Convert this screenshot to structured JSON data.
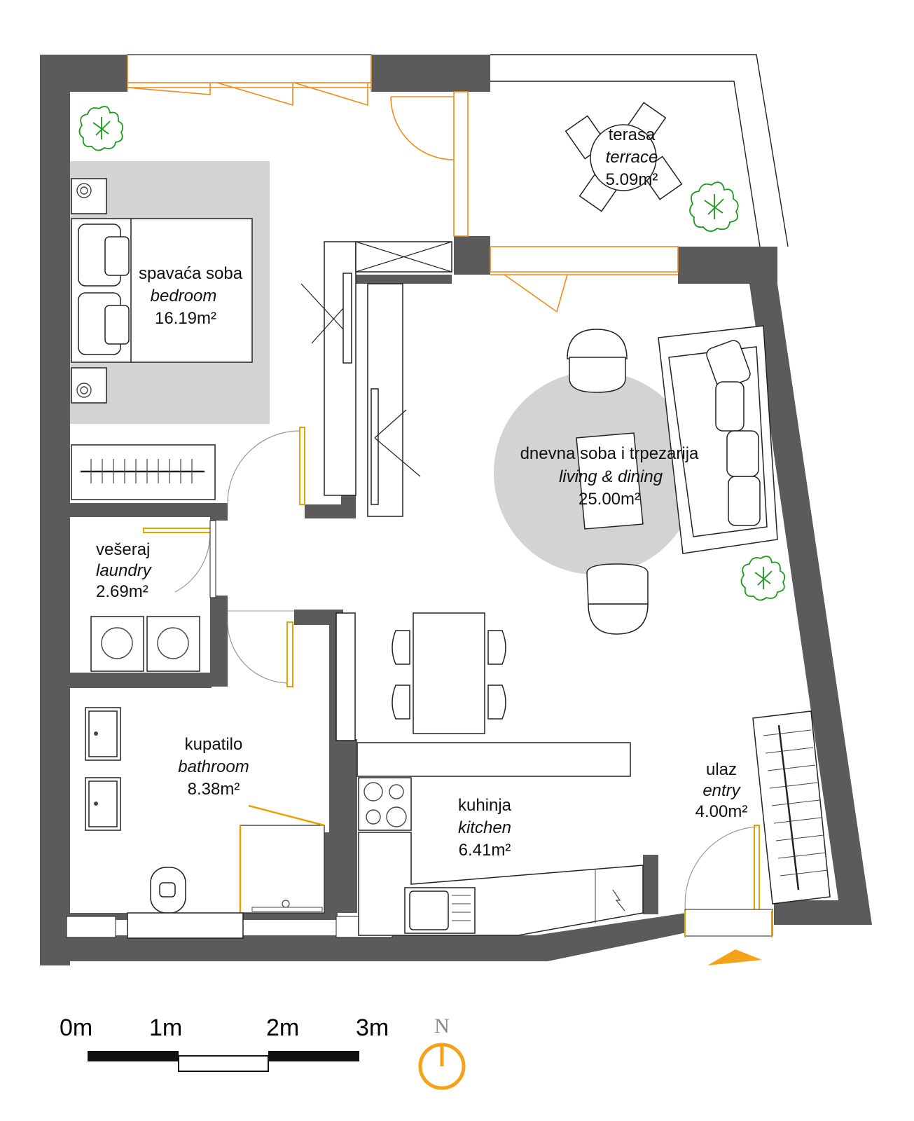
{
  "rooms": [
    {
      "id": "bedroom",
      "name_sr": "spavaća soba",
      "name_en": "bedroom",
      "area": "16.19m²"
    },
    {
      "id": "terrace",
      "name_sr": "terasa",
      "name_en": "terrace",
      "area": "5.09m²"
    },
    {
      "id": "living",
      "name_sr": "dnevna soba i trpezarija",
      "name_en": "living & dining",
      "area": "25.00m²"
    },
    {
      "id": "laundry",
      "name_sr": "vešeraj",
      "name_en": "laundry",
      "area": "2.69m²"
    },
    {
      "id": "bathroom",
      "name_sr": "kupatilo",
      "name_en": "bathroom",
      "area": "8.38m²"
    },
    {
      "id": "kitchen",
      "name_sr": "kuhinja",
      "name_en": "kitchen",
      "area": "6.41m²"
    },
    {
      "id": "entry",
      "name_sr": "ulaz",
      "name_en": "entry",
      "area": "4.00m²"
    }
  ],
  "scale": {
    "labels": [
      "0m",
      "1m",
      "2m",
      "3m"
    ]
  },
  "compass": {
    "label": "N"
  },
  "colors": {
    "wall": "#5b5b5c",
    "door": "#e8a200",
    "window": "#f08a1a",
    "plant": "#1a9a1a",
    "rug": "#d3d3d3",
    "entry_arrow": "#f5a21b"
  }
}
